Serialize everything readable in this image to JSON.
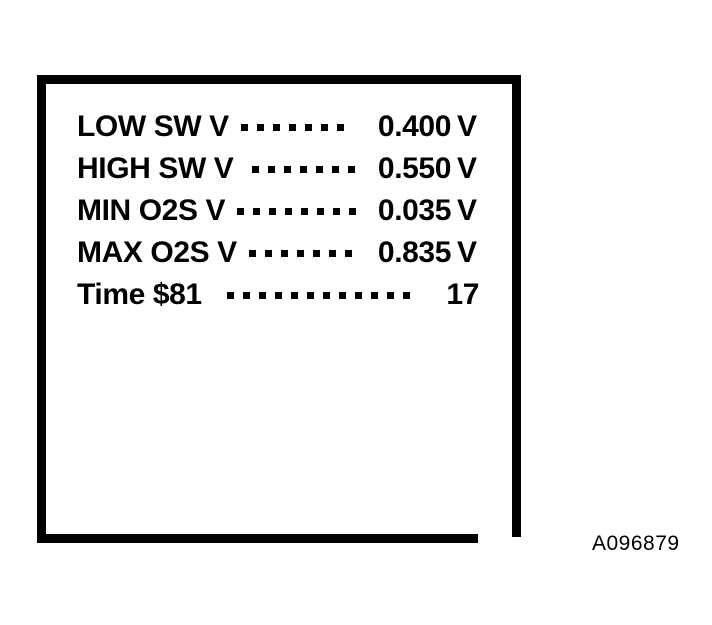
{
  "figure": {
    "reference_code": "A096879",
    "frame_color": "#000000",
    "background_color": "#ffffff",
    "text_color": "#000000"
  },
  "display_panel": {
    "rows": [
      {
        "label": "LOW SW V",
        "dot_count": 7,
        "value": "0.400",
        "unit": "V"
      },
      {
        "label": "HIGH SW V",
        "dot_count": 7,
        "value": "0.550",
        "unit": "V"
      },
      {
        "label": "MIN O2S V",
        "dot_count": 8,
        "value": "0.035",
        "unit": "V"
      },
      {
        "label": "MAX O2S V",
        "dot_count": 7,
        "value": "0.835",
        "unit": "V"
      },
      {
        "label": "Time  $81",
        "dot_count": 12,
        "value": "17",
        "unit": ""
      }
    ]
  }
}
